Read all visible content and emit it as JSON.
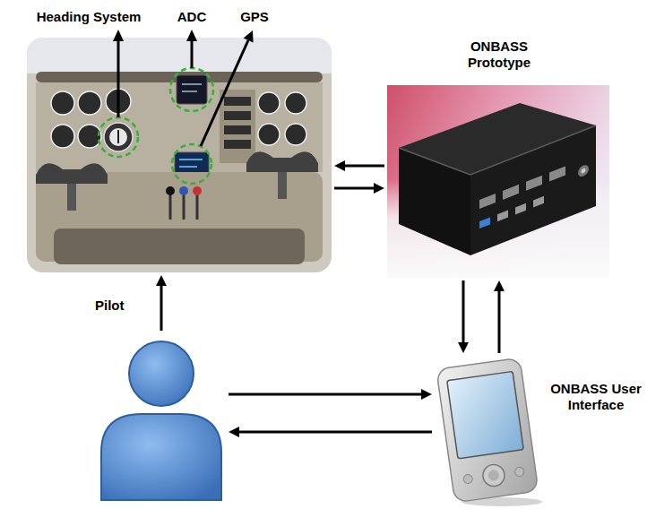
{
  "diagram": {
    "nodes": [
      {
        "text": [
          "Heading System",
          "ADC",
          "GPS"
        ]
      },
      {
        "text": [
          "ONBASS Prototype"
        ]
      },
      {
        "text": [
          "Pilot"
        ]
      },
      {
        "text": [
          "ONBASS User Interface"
        ]
      }
    ],
    "edges": [
      {
        "from": 1,
        "to": 0,
        "arrow": "to"
      },
      {
        "from": 0,
        "to": 1,
        "arrow": "to"
      },
      {
        "from": 2,
        "to": 0,
        "arrow": "to"
      },
      {
        "from": 1,
        "to": 3,
        "arrow": "to"
      },
      {
        "from": 3,
        "to": 1,
        "arrow": "to"
      },
      {
        "from": 2,
        "to": 3,
        "arrow": "to"
      },
      {
        "from": 3,
        "to": 2,
        "arrow": "to"
      }
    ]
  }
}
